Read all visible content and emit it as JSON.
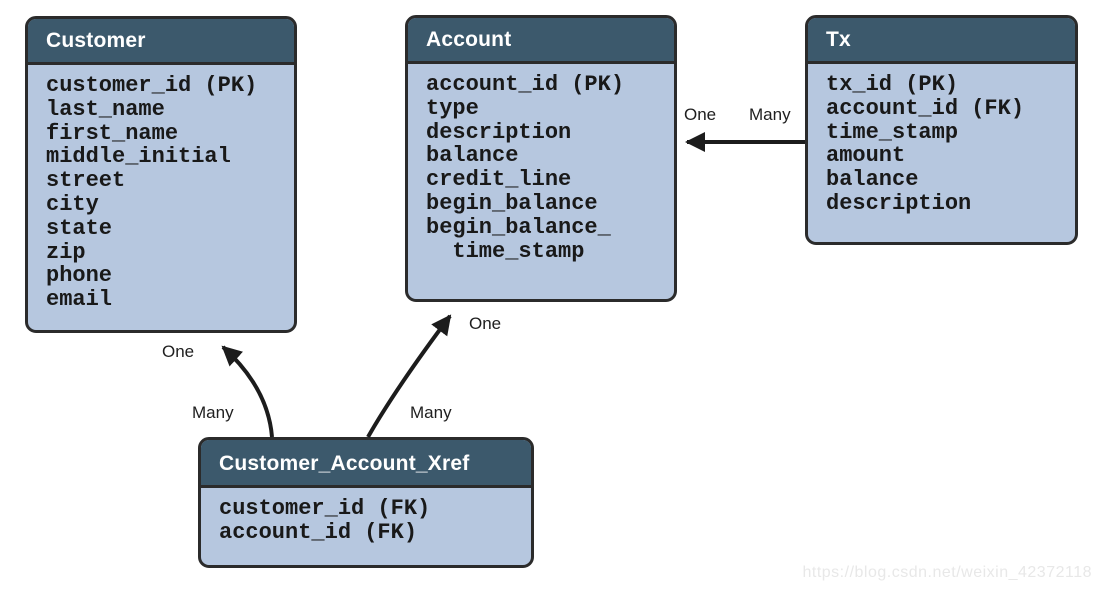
{
  "tables": [
    {
      "name": "Customer",
      "fields": [
        "customer_id (PK)",
        "last_name",
        "first_name",
        "middle_initial",
        "street",
        "city",
        "state",
        "zip",
        "phone",
        "email"
      ]
    },
    {
      "name": "Account",
      "fields": [
        "account_id (PK)",
        "type",
        "description",
        "balance",
        "credit_line",
        "begin_balance",
        "begin_balance_",
        "  time_stamp"
      ]
    },
    {
      "name": "Tx",
      "fields": [
        "tx_id (PK)",
        "account_id (FK)",
        "time_stamp",
        "amount",
        "balance",
        "description"
      ]
    },
    {
      "name": "Customer_Account_Xref",
      "fields": [
        "customer_id (FK)",
        "account_id (FK)"
      ]
    }
  ],
  "relationships": [
    {
      "from_table": "Tx",
      "to_table": "Account",
      "from_label": "Many",
      "to_label": "One"
    },
    {
      "from_table": "Customer_Account_Xref",
      "to_table": "Customer",
      "from_label": "Many",
      "to_label": "One"
    },
    {
      "from_table": "Customer_Account_Xref",
      "to_table": "Account",
      "from_label": "Many",
      "to_label": "One"
    }
  ],
  "watermark": "https://blog.csdn.net/weixin_42372118",
  "colors": {
    "header_bg": "#3c596c",
    "body_bg": "#b6c7df",
    "border": "#2b2b2b",
    "arrow": "#1c1c1c",
    "watermark_text": "#e8e8e8"
  }
}
